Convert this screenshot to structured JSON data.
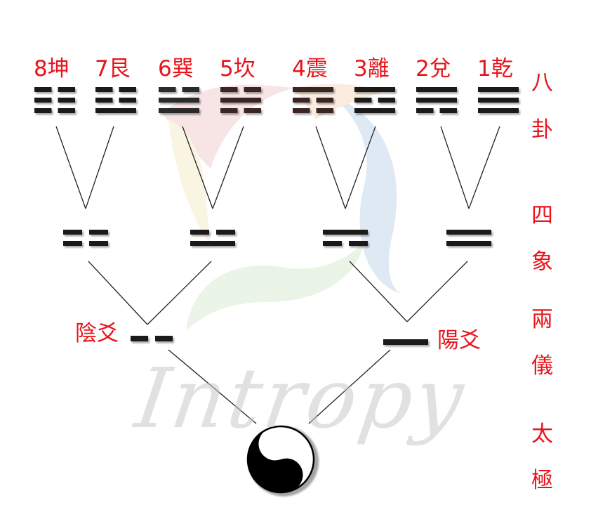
{
  "trigrams": [
    {
      "label": "8坤",
      "name": "kun",
      "lines": [
        0,
        0,
        0
      ],
      "color": "#1a1a1a"
    },
    {
      "label": "7艮",
      "name": "gen",
      "lines": [
        1,
        0,
        0
      ],
      "color": "#1a1a1a"
    },
    {
      "label": "6巽",
      "name": "xun",
      "lines": [
        1,
        1,
        0
      ],
      "color": "#2a2a2a"
    },
    {
      "label": "5坎",
      "name": "kan",
      "lines": [
        0,
        1,
        0
      ],
      "color": "#3a2525"
    },
    {
      "label": "4震",
      "name": "zhen",
      "lines": [
        0,
        0,
        1
      ],
      "color": "#3a2525"
    },
    {
      "label": "3離",
      "name": "li",
      "lines": [
        1,
        0,
        1
      ],
      "color": "#1a1a1a"
    },
    {
      "label": "2兌",
      "name": "dui",
      "lines": [
        0,
        1,
        1
      ],
      "color": "#1a1a1a"
    },
    {
      "label": "1乾",
      "name": "qian",
      "lines": [
        1,
        1,
        1
      ],
      "color": "#1a1a1a"
    }
  ],
  "four_images": [
    {
      "name": "old-yin",
      "lines": [
        0,
        0
      ]
    },
    {
      "name": "young-yang",
      "lines": [
        1,
        0
      ]
    },
    {
      "name": "young-yin",
      "lines": [
        0,
        1
      ]
    },
    {
      "name": "old-yang",
      "lines": [
        1,
        1
      ]
    }
  ],
  "two_forms": {
    "yin_label": "陰爻",
    "yang_label": "陽爻"
  },
  "side_labels": [
    "八",
    "卦",
    "四",
    "象",
    "兩",
    "儀",
    "太",
    "極"
  ],
  "watermark": "Intropy",
  "colors": {
    "label_red": "#e8141b",
    "line": "#1a1a1a",
    "connector": "#222222"
  }
}
